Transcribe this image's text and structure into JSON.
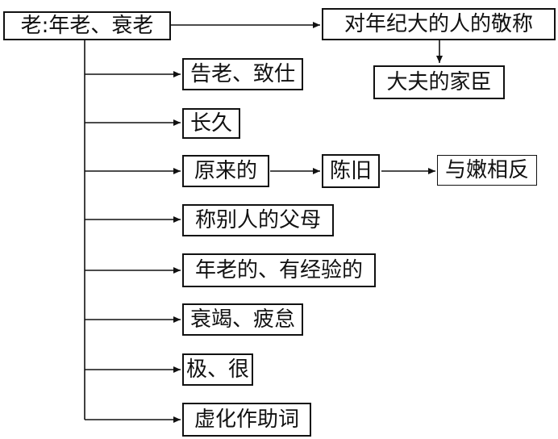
{
  "root": {
    "label": "老:年老、衰老"
  },
  "top_chain": {
    "first": "对年纪大的人的敬称",
    "second": "大夫的家臣"
  },
  "branches": [
    {
      "label": "告老、致仕"
    },
    {
      "label": "长久"
    },
    {
      "label": "原来的"
    },
    {
      "label": "称别人的父母"
    },
    {
      "label": "年老的、有经验的"
    },
    {
      "label": "衰竭、疲怠"
    },
    {
      "label": "极、很"
    },
    {
      "label": "虚化作助词"
    }
  ],
  "chain_from_yuanlai": {
    "first": "陈旧",
    "second": "与嫩相反"
  }
}
